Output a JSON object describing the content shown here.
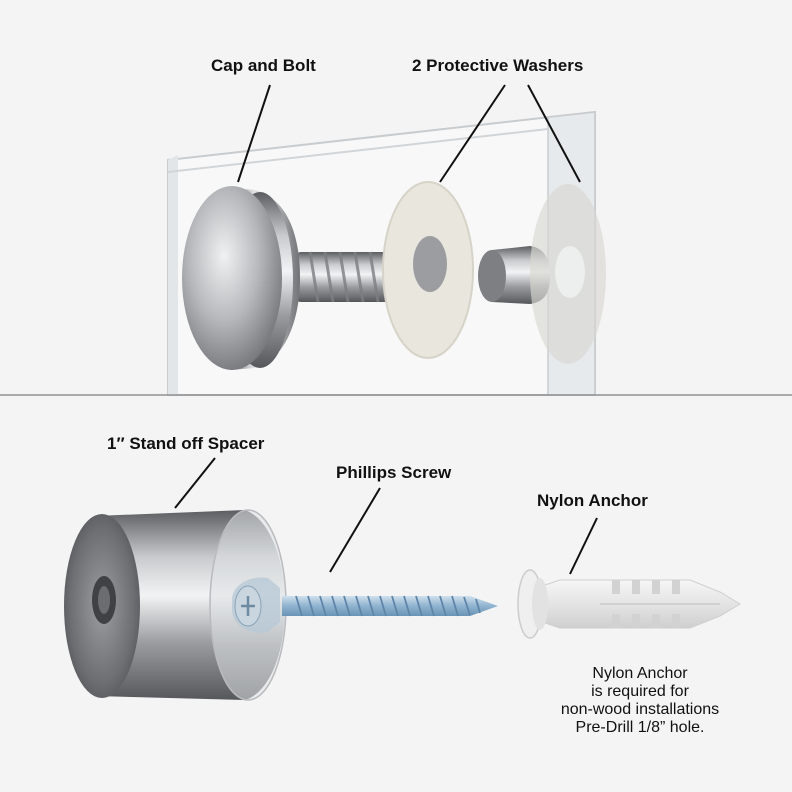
{
  "labels": {
    "cap_and_bolt": "Cap and Bolt",
    "washers": "2 Protective Washers",
    "spacer": "1″ Stand off Spacer",
    "screw": "Phillips Screw",
    "anchor": "Nylon Anchor"
  },
  "note": {
    "lines": [
      "Nylon Anchor",
      "is required for",
      "non-wood installations",
      "Pre-Drill 1/8” hole."
    ]
  },
  "colors": {
    "background": "#f4f4f4",
    "metal_dark": "#6f7175",
    "metal_light": "#e9eaec",
    "washer": "#e7e5dc",
    "screw_blue": "#9fc0d8",
    "anchor": "#e6e6e6"
  }
}
